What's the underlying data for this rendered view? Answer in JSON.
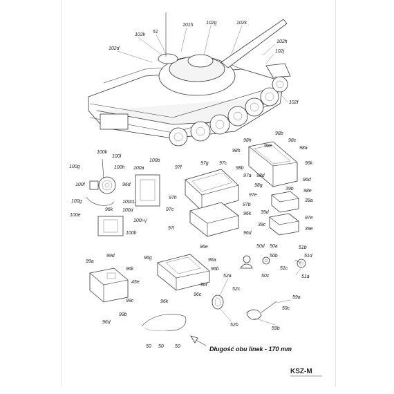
{
  "labels": {
    "l51": "51",
    "l101h": "101h",
    "l102g": "102g",
    "l102k_top": "102k",
    "l102k_left": "102k",
    "l102d": "102d",
    "l102h": "102h",
    "l102j": "102j",
    "l102f": "102f",
    "l98b_a": "98b",
    "l98c": "98c",
    "l98a": "98a",
    "l98h": "98h",
    "l98e": "98e",
    "l96k_r": "96k",
    "l98b_b": "98b",
    "l97g": "97g",
    "l97c_top": "97c",
    "l97f": "97f",
    "l97a": "97a",
    "l98d": "98d",
    "l98g": "98g",
    "l96d_r": "96d",
    "l39b": "39b",
    "l98e_b": "98e",
    "l97e_top": "97e",
    "l97b": "97b",
    "l96k_mid": "96k",
    "l97h": "97h",
    "l97c_mid": "97c",
    "l39d": "39d",
    "l39a": "39a",
    "l97e_r": "97e",
    "l39c": "39c",
    "l39e": "39e",
    "l97i": "97i",
    "l96d_mid": "96d",
    "l100k": "100k",
    "l100l": "100l",
    "l100g": "100g",
    "l100h_top": "100h",
    "l100f": "100f",
    "l96d_left": "96d",
    "l100g_b": "100g",
    "l96k_left": "96k",
    "l100a": "100a",
    "l100b": "100b",
    "l100cL": "100cL",
    "l100d": "100d",
    "l100ij": "100i+j",
    "l100e": "100e",
    "l100h_b": "100h",
    "l96e": "96e",
    "l96a": "96a",
    "l96g": "96g",
    "l96b": "96b",
    "l45e": "45e",
    "l96f": "96f",
    "l96k_b": "96k",
    "l96c": "96c",
    "l99a": "99a",
    "l99d": "99d",
    "l96k_99": "96k",
    "l99c": "99c",
    "l99b": "99b",
    "l96d_99": "96d",
    "l50d": "50d",
    "l50a": "50a",
    "l50b": "50b",
    "l50c": "50c",
    "l51b": "51b",
    "l51d": "51d",
    "l51c": "51c",
    "l51a": "51a",
    "l52a": "52a",
    "l52c": "52c",
    "l52b": "52b",
    "l59a": "59a",
    "l59c": "59c",
    "l59b": "59b",
    "l50_1": "50",
    "l50_2": "50",
    "l50_3": "50"
  },
  "note": "Długość obu linek - 170 mm",
  "logo": {
    "name": "KSZ-M"
  }
}
